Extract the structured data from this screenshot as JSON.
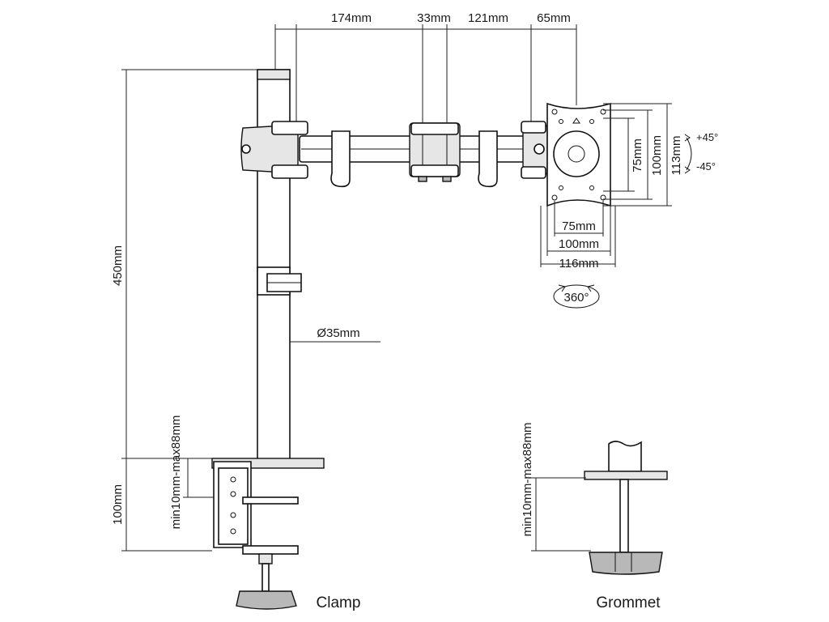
{
  "dimensions": {
    "arm_segment_1": "174mm",
    "joint_width": "33mm",
    "arm_segment_2": "121mm",
    "head_offset": "65mm",
    "pole_height": "450mm",
    "pole_diameter": "Ø35mm",
    "clamp_height": "100mm",
    "clamp_range": "min10mm-max88mm",
    "grommet_range": "min10mm-max88mm",
    "vesa_inner_h": "75mm",
    "vesa_outer_h": "100mm",
    "plate_height": "113mm",
    "vesa_inner_w": "75mm",
    "vesa_outer_w": "100mm",
    "plate_width": "116mm"
  },
  "rotation": {
    "tilt_up": "+45°",
    "tilt_down": "-45°",
    "swivel": "360°"
  },
  "captions": {
    "clamp": "Clamp",
    "grommet": "Grommet"
  }
}
